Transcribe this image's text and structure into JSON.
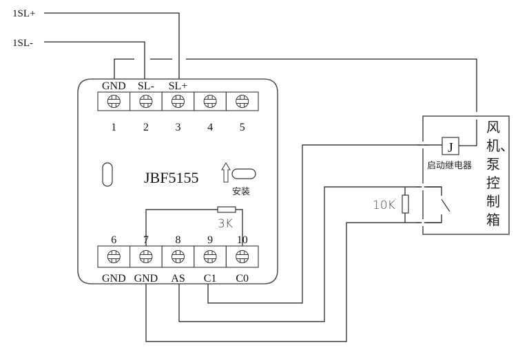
{
  "diagram": {
    "type": "wiring-diagram",
    "external_inputs": [
      {
        "id": "sl_plus",
        "label": "1SL+"
      },
      {
        "id": "sl_minus",
        "label": "1SL-"
      }
    ],
    "module": {
      "model": "JBF5155",
      "install_label": "安装",
      "top_terminals": [
        {
          "number": "1",
          "label": "GND"
        },
        {
          "number": "2",
          "label": "SL-"
        },
        {
          "number": "3",
          "label": "SL+"
        },
        {
          "number": "4",
          "label": ""
        },
        {
          "number": "5",
          "label": ""
        }
      ],
      "bottom_terminals": [
        {
          "number": "6",
          "label": "GND"
        },
        {
          "number": "7",
          "label": "GND"
        },
        {
          "number": "8",
          "label": "AS"
        },
        {
          "number": "9",
          "label": "C1"
        },
        {
          "number": "10",
          "label": "C0"
        }
      ],
      "internal_resistor": {
        "label": "3K",
        "between": [
          "7",
          "10"
        ]
      }
    },
    "control_box": {
      "title_chars": [
        "风",
        "机、",
        "泵",
        "控",
        "制",
        "箱"
      ],
      "relay_symbol": "J",
      "relay_label": "启动继电器",
      "feedback_resistor": {
        "label": "10K"
      }
    },
    "connections": [
      {
        "from": "1SL+",
        "to": "terminal 3 (SL+)"
      },
      {
        "from": "1SL-",
        "to": "terminal 2 (SL-)"
      },
      {
        "from": "terminal 1 (GND)",
        "to": "relay J"
      },
      {
        "from": "terminal 9 (C1)",
        "to": "relay J"
      },
      {
        "from": "terminal 8 (AS)",
        "to": "switch / 10K top"
      },
      {
        "from": "terminal 7 (GND)",
        "to": "switch / 10K bottom"
      }
    ]
  }
}
